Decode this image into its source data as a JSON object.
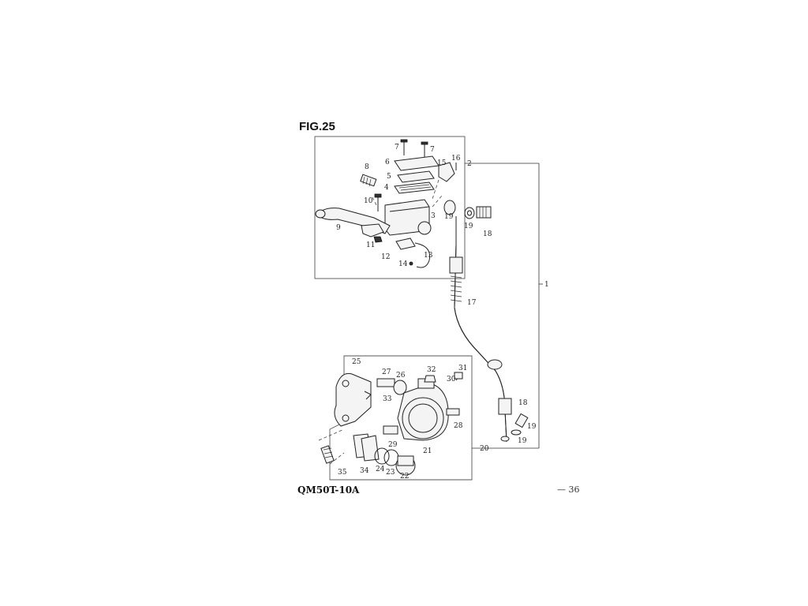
{
  "figure": {
    "title": "FIG.25"
  },
  "footer": {
    "model": "QM50T-10A",
    "page": "— 36"
  },
  "callouts": {
    "c1": "1",
    "c2": "2",
    "c3": "3",
    "c4": "4",
    "c5": "5",
    "c6": "6",
    "c7a": "7",
    "c7b": "7",
    "c8": "8",
    "c9": "9",
    "c10": "10",
    "c11": "11",
    "c12": "12",
    "c13": "13",
    "c14": "14",
    "c15": "15",
    "c16": "16",
    "c17": "17",
    "c18a": "18",
    "c18b": "18",
    "c19a": "19",
    "c19b": "19",
    "c19c": "19",
    "c19d": "19",
    "c20": "20",
    "c21": "21",
    "c22": "22",
    "c23": "23",
    "c24": "24",
    "c25": "25",
    "c26": "26",
    "c27": "27",
    "c28": "28",
    "c29": "29",
    "c30": "30",
    "c31": "31",
    "c32": "32",
    "c33": "33",
    "c34": "34",
    "c35": "35"
  }
}
